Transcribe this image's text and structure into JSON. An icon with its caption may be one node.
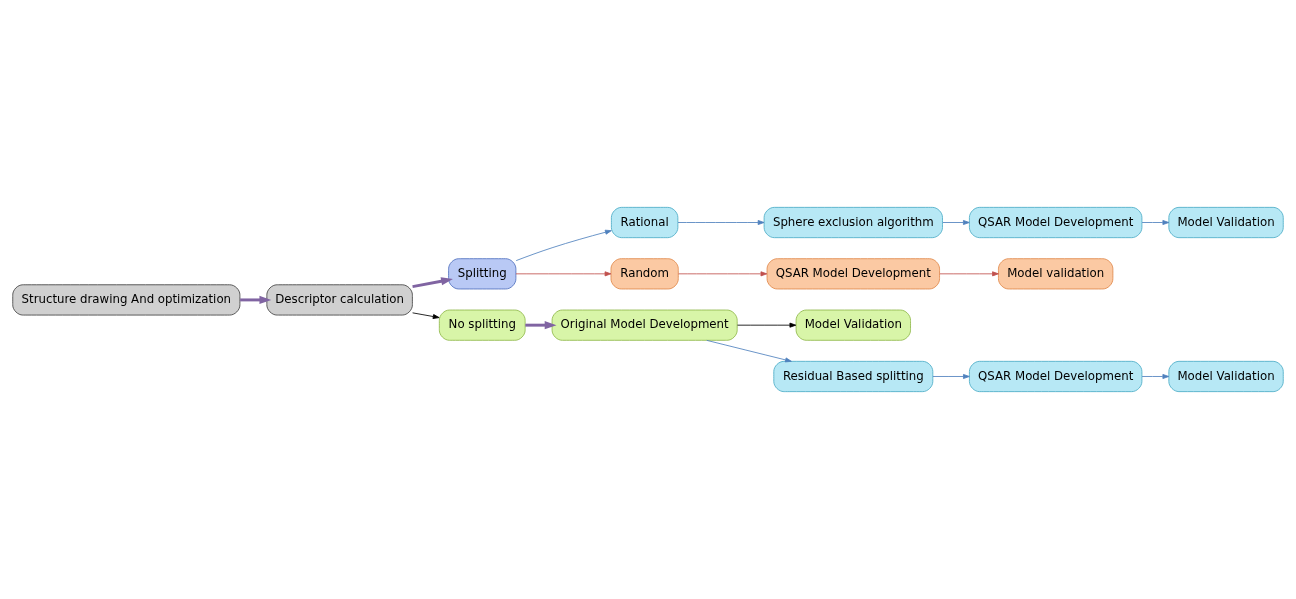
{
  "diagram": {
    "nodes": [
      {
        "text": [
          "Structure drawing And optimization"
        ]
      },
      {
        "text": [
          "Descriptor calculation"
        ]
      },
      {
        "text": [
          "Splitting"
        ]
      },
      {
        "text": [
          "Rational"
        ]
      },
      {
        "text": [
          "Sphere exclusion algorithm"
        ]
      },
      {
        "text": [
          "QSAR Model Development"
        ]
      },
      {
        "text": [
          "Model Validation"
        ]
      },
      {
        "text": [
          "Random"
        ]
      },
      {
        "text": [
          "QSAR Model Development"
        ]
      },
      {
        "text": [
          "Model validation"
        ]
      },
      {
        "text": [
          "No splitting"
        ]
      },
      {
        "text": [
          "Original Model Development"
        ]
      },
      {
        "text": [
          "Model Validation"
        ]
      },
      {
        "text": [
          "Residual Based splitting"
        ]
      },
      {
        "text": [
          "QSAR Model Development"
        ]
      },
      {
        "text": [
          "Model Validation"
        ]
      }
    ],
    "edges": [
      {
        "from": 0,
        "to": 1,
        "arrow": "to",
        "style": "thick",
        "color": "#8064a2"
      },
      {
        "from": 1,
        "to": 2,
        "arrow": "to",
        "style": "thick",
        "color": "#8064a2"
      },
      {
        "from": 2,
        "to": 3,
        "arrow": "to"
      },
      {
        "from": 3,
        "to": 4,
        "arrow": "to"
      },
      {
        "from": 4,
        "to": 5,
        "arrow": "to"
      },
      {
        "from": 5,
        "to": 6,
        "arrow": "to"
      },
      {
        "from": 2,
        "to": 7,
        "arrow": "to",
        "color": "#c0504d"
      },
      {
        "from": 7,
        "to": 8,
        "arrow": "to",
        "color": "#c0504d"
      },
      {
        "from": 8,
        "to": 9,
        "arrow": "to",
        "color": "#c0504d"
      },
      {
        "from": 1,
        "to": 10,
        "arrow": "to",
        "color": "#000000"
      },
      {
        "from": 10,
        "to": 11,
        "arrow": "to",
        "style": "thick",
        "color": "#8064a2"
      },
      {
        "from": 11,
        "to": 12,
        "arrow": "to",
        "color": "#000000"
      },
      {
        "from": 11,
        "to": 13,
        "arrow": "to"
      },
      {
        "from": 13,
        "to": 14,
        "arrow": "to"
      },
      {
        "from": 14,
        "to": 15,
        "arrow": "to"
      }
    ]
  }
}
